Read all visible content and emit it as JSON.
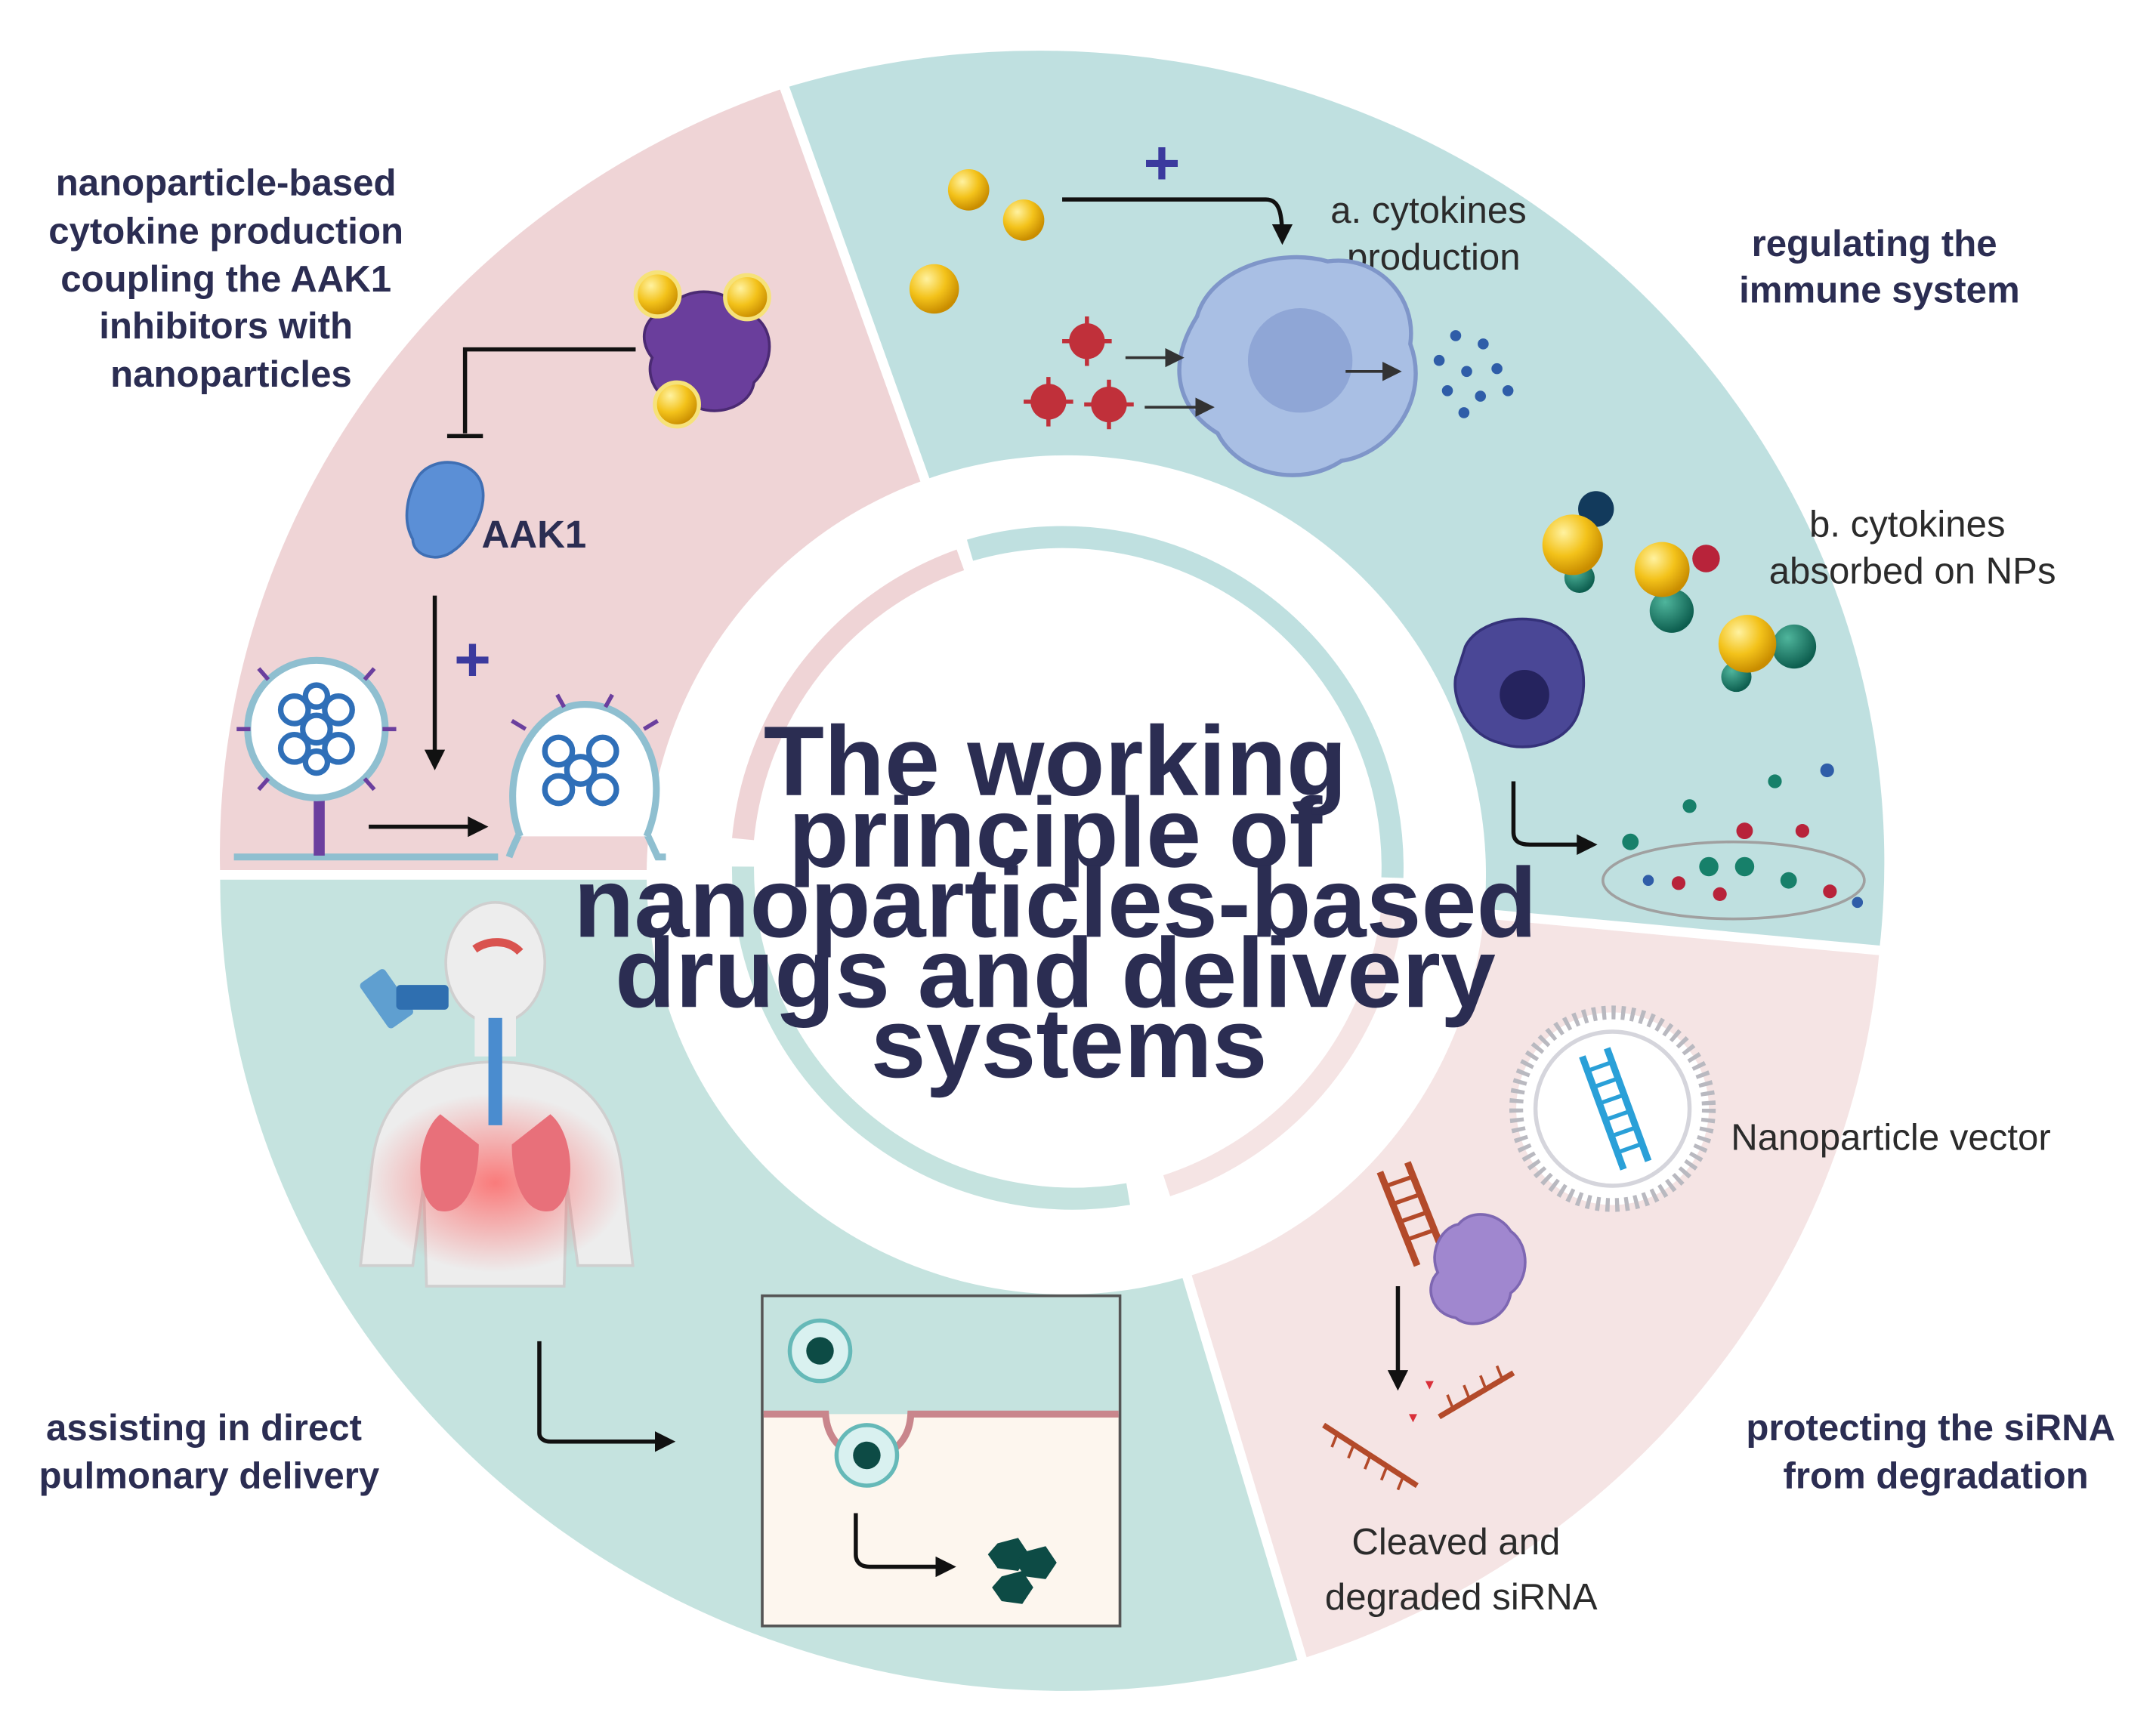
{
  "center_title": [
    "The working",
    "principle of",
    "nanoparticles-based",
    "drugs and delivery",
    "systems"
  ],
  "quadrants": {
    "aak1": {
      "heading": [
        "nanoparticle-based",
        "cytokine production",
        "coupling the AAK1",
        "inhibitors with",
        "nanoparticles"
      ],
      "protein_label": "AAK1",
      "plus": "+"
    },
    "immune": {
      "heading": [
        "regulating the",
        "immune system"
      ],
      "label_a": [
        "a. cytokines",
        "production"
      ],
      "label_b": [
        "b. cytokines",
        "absorbed on NPs"
      ],
      "plus": "+"
    },
    "pulmonary": {
      "heading": [
        "assisting in direct",
        "pulmonary delivery"
      ]
    },
    "sirna": {
      "heading": [
        "protecting the siRNA",
        "from degradation"
      ],
      "vector_label": "Nanoparticle vector",
      "degraded_label": [
        "Cleaved and",
        "degraded siRNA"
      ]
    }
  },
  "colors": {
    "pink": "#efd4d6",
    "teal": "#bfe0e0",
    "mint": "#c5e3df",
    "light_pink": "#f5e4e4",
    "heading": "#2b2d52",
    "nanoparticle": "#f3c21a",
    "virus": "#c0303a",
    "purple_protein": "#6a3e9c",
    "blue_protein": "#5b8fd6"
  }
}
